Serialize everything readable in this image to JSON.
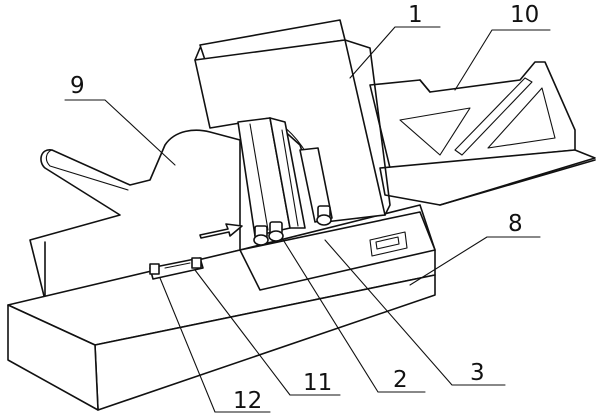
{
  "labels": {
    "l1": "1",
    "l2": "2",
    "l3": "3",
    "l8": "8",
    "l9": "9",
    "l10": "10",
    "l11": "11",
    "l12": "12"
  },
  "colors": {
    "stroke": "#111111",
    "background": "#ffffff"
  }
}
